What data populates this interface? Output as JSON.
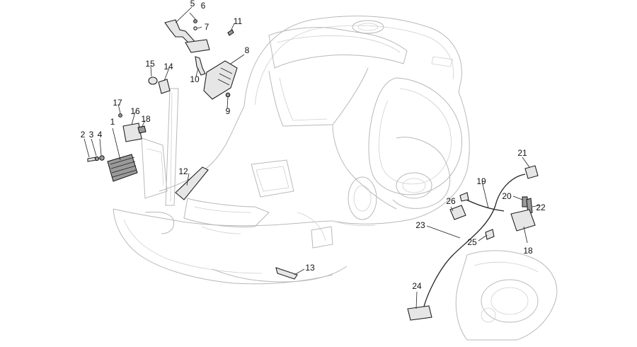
{
  "callouts": [
    {
      "id": "1",
      "text": "1"
    },
    {
      "id": "2",
      "text": "2"
    },
    {
      "id": "3",
      "text": "3"
    },
    {
      "id": "4",
      "text": "4"
    },
    {
      "id": "5",
      "text": "5"
    },
    {
      "id": "6",
      "text": "6"
    },
    {
      "id": "7",
      "text": "7"
    },
    {
      "id": "8",
      "text": "8"
    },
    {
      "id": "9",
      "text": "9"
    },
    {
      "id": "10",
      "text": "10"
    },
    {
      "id": "11",
      "text": "11"
    },
    {
      "id": "12",
      "text": "12"
    },
    {
      "id": "13",
      "text": "13"
    },
    {
      "id": "14",
      "text": "14"
    },
    {
      "id": "15",
      "text": "15"
    },
    {
      "id": "16",
      "text": "16"
    },
    {
      "id": "17",
      "text": "17"
    },
    {
      "id": "18a",
      "text": "18"
    },
    {
      "id": "18b",
      "text": "18"
    },
    {
      "id": "19",
      "text": "19"
    },
    {
      "id": "20",
      "text": "20"
    },
    {
      "id": "21",
      "text": "21"
    },
    {
      "id": "22",
      "text": "22"
    },
    {
      "id": "23",
      "text": "23"
    },
    {
      "id": "24",
      "text": "24"
    },
    {
      "id": "25",
      "text": "25"
    },
    {
      "id": "26",
      "text": "26"
    }
  ],
  "colors": {
    "background": "#ffffff",
    "frame_lines": "#b9b9b9",
    "part_lines": "#222222",
    "label": "#111111"
  }
}
